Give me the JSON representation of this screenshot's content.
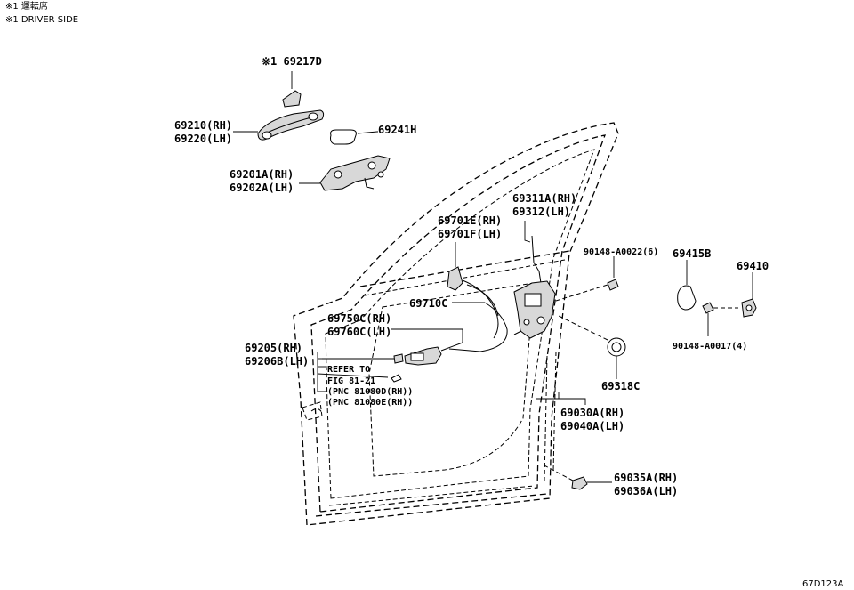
{
  "notes": [
    "※1 運転席",
    "※1 DRIVER SIDE"
  ],
  "figure_code": "67D123A",
  "labels": {
    "p69217D": "※1 69217D",
    "p69210": "69210(RH)",
    "p69220": "69220(LH)",
    "p69241H": "69241H",
    "p69201A": "69201A(RH)",
    "p69202A": "69202A(LH)",
    "p69311A": "69311A(RH)",
    "p69312": "69312(LH)",
    "p69701E": "69701E(RH)",
    "p69701F": "69701F(LH)",
    "p90148_A0022": "90148-A0022(6)",
    "p69415B": "69415B",
    "p69410": "69410",
    "p69710C": "69710C",
    "p69750C": "69750C(RH)",
    "p69760C": "69760C(LH)",
    "p90148_A0017": "90148-A0017(4)",
    "p69205": "69205(RH)",
    "p69206B": "69206B(LH)",
    "refer_to": "REFER TO",
    "fig_ref": "FIG 81-21",
    "pnc1": "(PNC 81080D(RH))",
    "pnc2": "(PNC 81080E(RH))",
    "p69318C": "69318C",
    "p69030A": "69030A(RH)",
    "p69040A": "69040A(LH)",
    "p69035A": "69035A(RH)",
    "p69036A": "69036A(LH)"
  }
}
